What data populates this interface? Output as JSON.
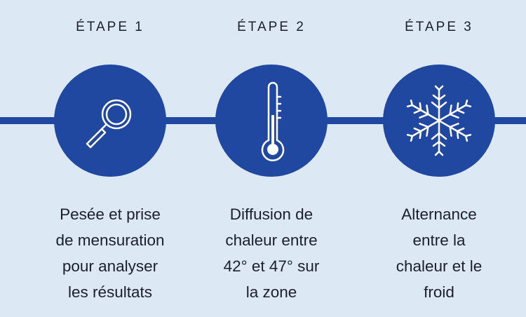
{
  "colors": {
    "background": "#dde8f5",
    "accent": "#2048a0",
    "text": "#1a1f2b",
    "icon": "#ffffff"
  },
  "steps": [
    {
      "label": "ÉTAPE 1",
      "icon": "magnifying-glass-icon",
      "lines": [
        "Pesée et prise",
        "de mensuration",
        "pour analyser",
        "les résultats"
      ]
    },
    {
      "label": "ÉTAPE 2",
      "icon": "thermometer-icon",
      "lines": [
        "Diffusion de",
        "chaleur entre",
        "42° et 47° sur",
        "la zone"
      ]
    },
    {
      "label": "ÉTAPE 3",
      "icon": "snowflake-icon",
      "lines": [
        "Alternance",
        "entre la",
        "chaleur et le",
        "froid"
      ]
    }
  ]
}
